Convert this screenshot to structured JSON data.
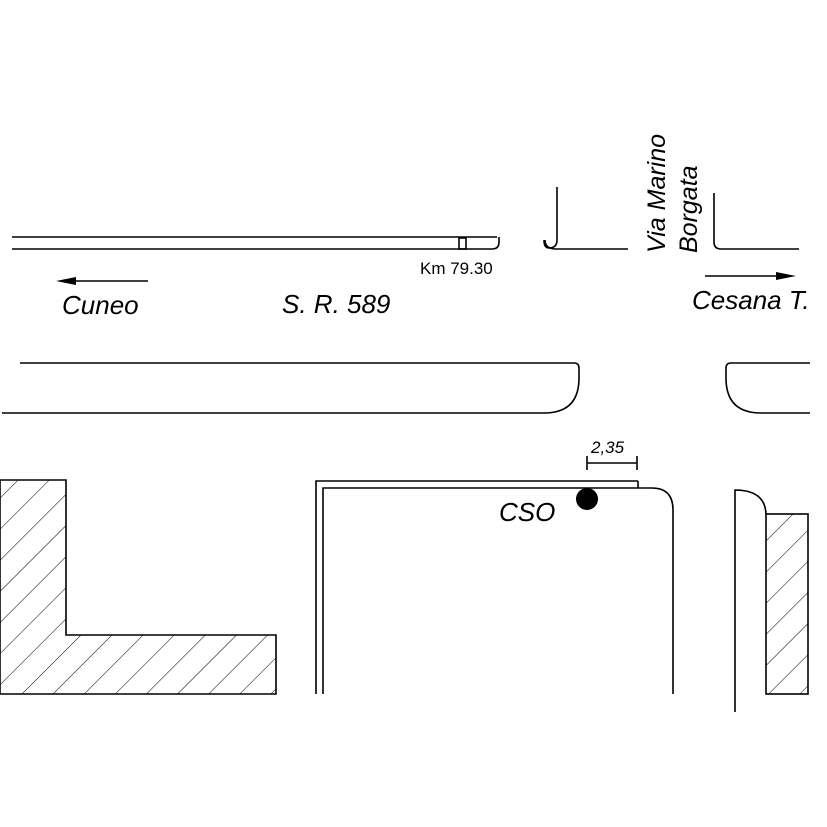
{
  "labels": {
    "road_name": "S. R. 589",
    "km_marker": "Km 79.30",
    "side_street_line1": "Via Marino",
    "side_street_line2": "Borgata",
    "direction_left": "Cuneo",
    "direction_right": "Cesana T.",
    "point_label": "CSO",
    "dimension": "2,35"
  }
}
